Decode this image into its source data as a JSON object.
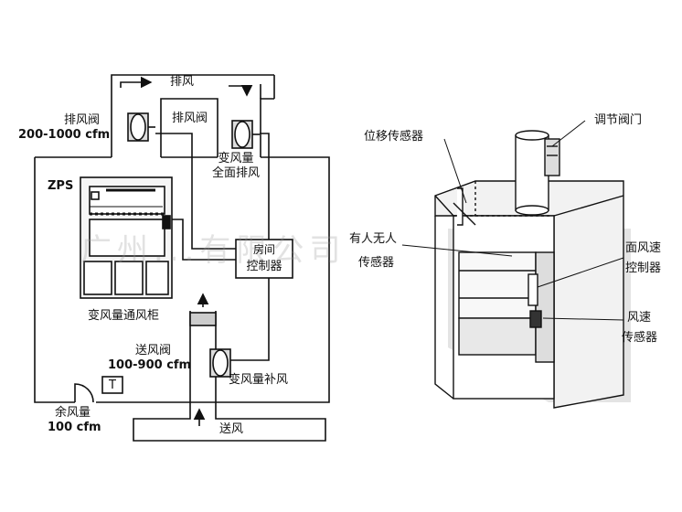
{
  "left": {
    "exhaust": "排风",
    "exhaust_valve_left": "排风阀",
    "exhaust_range": "200-1000 cfm",
    "exhaust_valve_right": "排风阀",
    "vav_line1": "变风量",
    "vav_line2": "全面排风",
    "zps": "ZPS",
    "room_ctrl_line1": "房间",
    "room_ctrl_line2": "控制器",
    "fume_hood": "变风量通风柜",
    "supply_valve": "送风阀",
    "supply_range": "100-900 cfm",
    "vav_supply": "变风量补风",
    "t_box": "T",
    "residual_line1": "余风量",
    "residual_line2": "100 cfm",
    "supply": "送风"
  },
  "right": {
    "displacement_sensor": "位移传感器",
    "damper": "调节阀门",
    "occupancy_line1": "有人无人",
    "occupancy_line2": "传感器",
    "face_ctrl_line1": "面风速",
    "face_ctrl_line2": "控制器",
    "velocity_line1": "风速",
    "velocity_line2": "传感器"
  },
  "watermark": "广州...有限公司",
  "colors": {
    "line": "#111111",
    "hood_fill": "#e9e9e9",
    "shadow": "#d8d8d8"
  }
}
